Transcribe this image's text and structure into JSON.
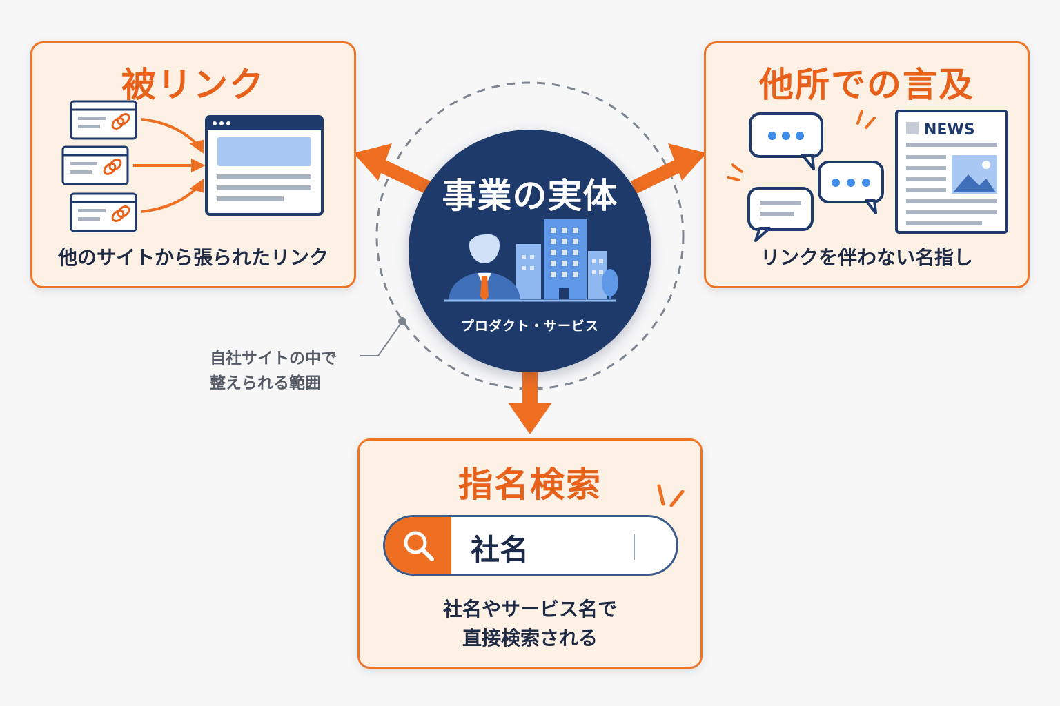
{
  "center": {
    "title": "事業の実体",
    "subtitle": "プロダクト・サービス"
  },
  "scope_note": {
    "line1": "自社サイトの中で",
    "line2": "整えられる範囲"
  },
  "backlinks": {
    "title": "被リンク",
    "caption": "他のサイトから張られたリンク"
  },
  "mentions": {
    "title": "他所での言及",
    "caption": "リンクを伴わない名指し",
    "news_label": "NEWS"
  },
  "search": {
    "title": "指名検索",
    "query": "社名",
    "caption_line1": "社名やサービス名で",
    "caption_line2": "直接検索される"
  },
  "colors": {
    "accent": "#ee7526",
    "navy": "#1d3a6b",
    "card_bg": "#fdf1e6",
    "text_dark": "#1f2a44",
    "blue_light": "#3f8de8"
  },
  "icons": [
    "link-icon",
    "browser-window-icon",
    "chat-bubble-icon",
    "newspaper-icon",
    "person-icon",
    "building-icon",
    "search-icon"
  ]
}
